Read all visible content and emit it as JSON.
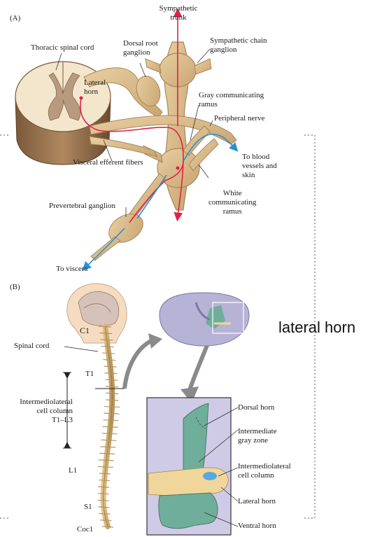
{
  "panel_a": {
    "letter": "(A)",
    "labels": {
      "sympathetic_trunk_1": "Sympathetic",
      "sympathetic_trunk_2": "trunk",
      "thoracic_cord": "Thoracic spinal cord",
      "drg_1": "Dorsal root",
      "drg_2": "ganglion",
      "chain_1": "Sympathetic chain",
      "chain_2": "ganglion",
      "lateral_horn_1": "Lateral",
      "lateral_horn_2": "horn",
      "gray_ramus_1": "Gray communicating",
      "gray_ramus_2": "ramus",
      "peripheral_nerve": "Peripheral nerve",
      "to_blood_1": "To blood",
      "to_blood_2": "vessels and",
      "to_blood_3": "skin",
      "visceral_efferent": "Visceral efferent fibers",
      "white_ramus_1": "White",
      "white_ramus_2": "communicating",
      "white_ramus_3": "ramus",
      "prevertebral": "Prevertebral ganglion",
      "to_viscera": "To viscera"
    }
  },
  "panel_b": {
    "letter": "(B)",
    "labels": {
      "c1": "C1",
      "spinal_cord": "Spinal cord",
      "t1": "T1",
      "iml_1": "Intermediolateral",
      "iml_2": "cell column",
      "iml_3": "T1–L3",
      "l1": "L1",
      "s1": "S1",
      "coc1": "Coc1",
      "dorsal_horn": "Dorsal horn",
      "intermediate_1": "Intermediate",
      "intermediate_2": "gray zone",
      "iml_col_1": "Intermediolateral",
      "iml_col_2": "cell column",
      "lateral_horn": "Lateral horn",
      "ventral_horn": "Ventral horn"
    }
  },
  "callout": "lateral horn",
  "colors": {
    "nerve_tan": "#d8b98a",
    "nerve_edge": "#a8875a",
    "preganglionic_red": "#e0204a",
    "postganglionic_blue": "#2a8fd0",
    "gray_matter_green": "#6fae9a",
    "intermediate_zone": "#f0d69a",
    "iml_blue": "#5aa8e0",
    "section_purple": "#b7b3d6",
    "inset_bg": "#cfcbe6"
  }
}
